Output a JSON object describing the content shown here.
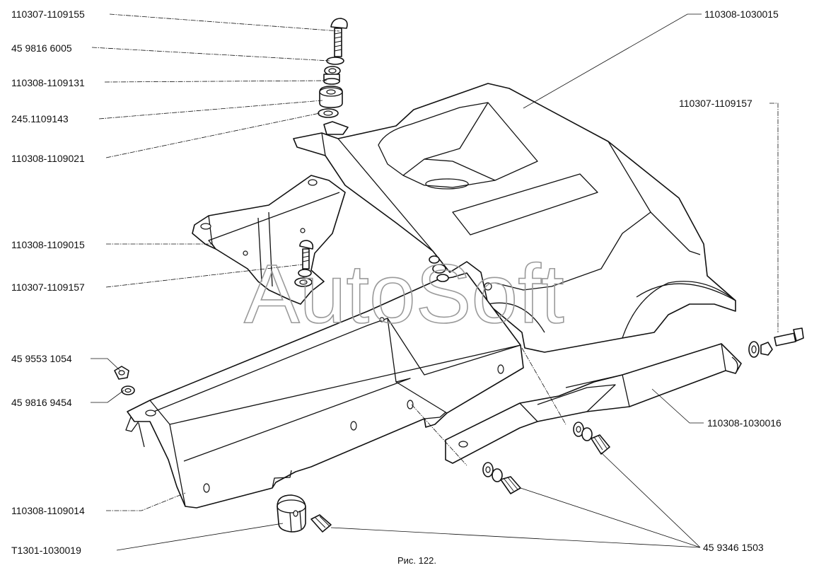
{
  "labels": {
    "l1": "110307-1109155",
    "l2": "45 9816 6005",
    "l3": "110308-1109131",
    "l4": "245.1109143",
    "l5": "110308-1109021",
    "l6": "110308-1109015",
    "l7": "110307-1109157",
    "l8": "45 9553 1054",
    "l9": "45 9816 9454",
    "l10": "110308-1109014",
    "l11": "T1301-1030019",
    "r1": "110308-1030015",
    "r2": "110307-1109157",
    "r3": "110308-1030016",
    "r4": "45 9346 1503"
  },
  "caption": "Рис. 122.",
  "watermark": "AutoSoft"
}
